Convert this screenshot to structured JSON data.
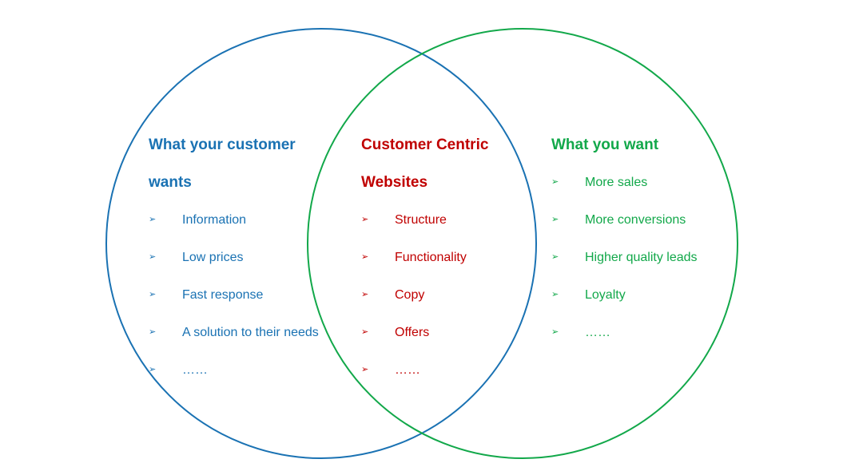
{
  "colors": {
    "left": "#1a72b3",
    "middle": "#c00000",
    "right": "#12a84a"
  },
  "bullet_icon": "arrowhead-bullet-icon",
  "left": {
    "title_line1": "What your customer",
    "title_line2": "wants",
    "items": [
      "Information",
      "Low prices",
      "Fast response",
      "A solution to their needs",
      "……"
    ]
  },
  "middle": {
    "title_line1": "Customer Centric",
    "title_line2": "Websites",
    "items": [
      "Structure",
      "Functionality",
      "Copy",
      "Offers",
      "……"
    ]
  },
  "right": {
    "title_line1": "What you want",
    "items": [
      "More sales",
      "More conversions",
      "Higher quality leads",
      "Loyalty",
      "……"
    ]
  }
}
